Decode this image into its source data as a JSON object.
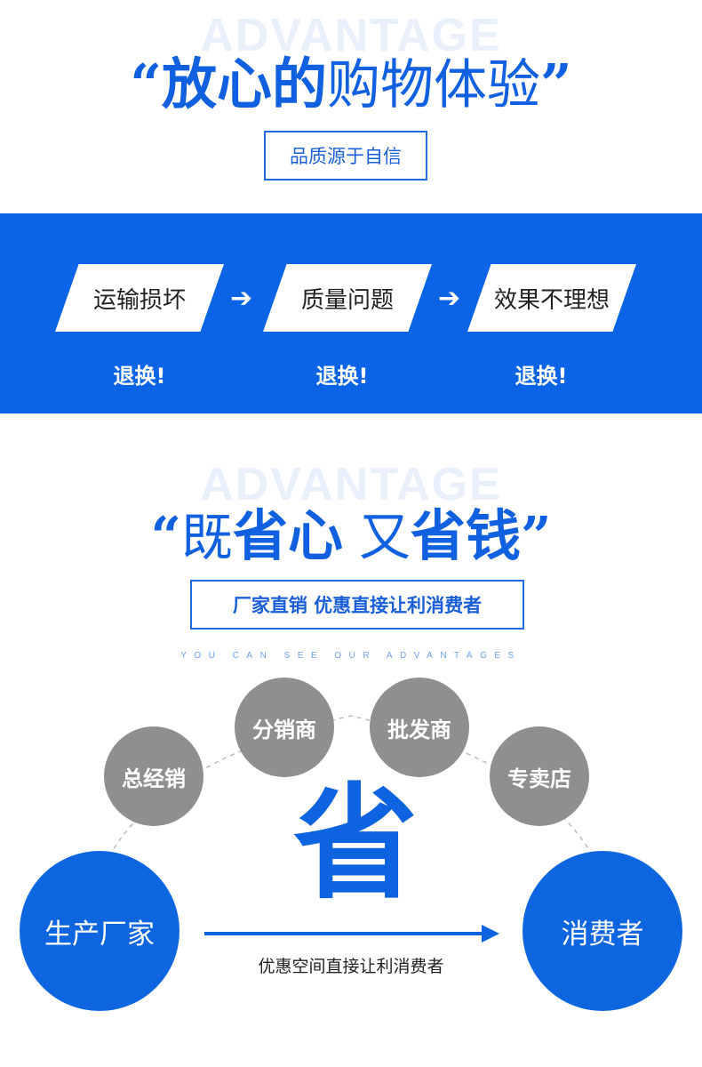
{
  "section1": {
    "watermark": "ADVANTAGE",
    "quote_open": "“",
    "title_bold": "放心的",
    "title_light": "购物体验",
    "quote_close": "”",
    "subtitle": "品质源于自信"
  },
  "band": {
    "items": [
      {
        "label": "运输损坏",
        "result": "退换!"
      },
      {
        "label": "质量问题",
        "result": "退换!"
      },
      {
        "label": "效果不理想",
        "result": "退换!"
      }
    ],
    "arrow": "➔"
  },
  "section2": {
    "watermark": "ADVANTAGE",
    "quote_open": "“",
    "title_part1_light": "既",
    "title_part2_bold": "省心",
    "title_part3_light": "又",
    "title_part4_bold": "省钱",
    "quote_close": "”",
    "subtitle": "厂家直销 优惠直接让利消费者",
    "tagline": "YOU CAN SEE OUR ADVANTAGES"
  },
  "diagram": {
    "start": "生产厂家",
    "end": "消费者",
    "middlemen": [
      "总经销",
      "分销商",
      "批发商",
      "专卖店"
    ],
    "big_char": "省",
    "flow_text": "优惠空间直接让利消费者"
  },
  "colors": {
    "primary_blue": "#0b63e5",
    "circle_gray": "#8f8f8f"
  }
}
